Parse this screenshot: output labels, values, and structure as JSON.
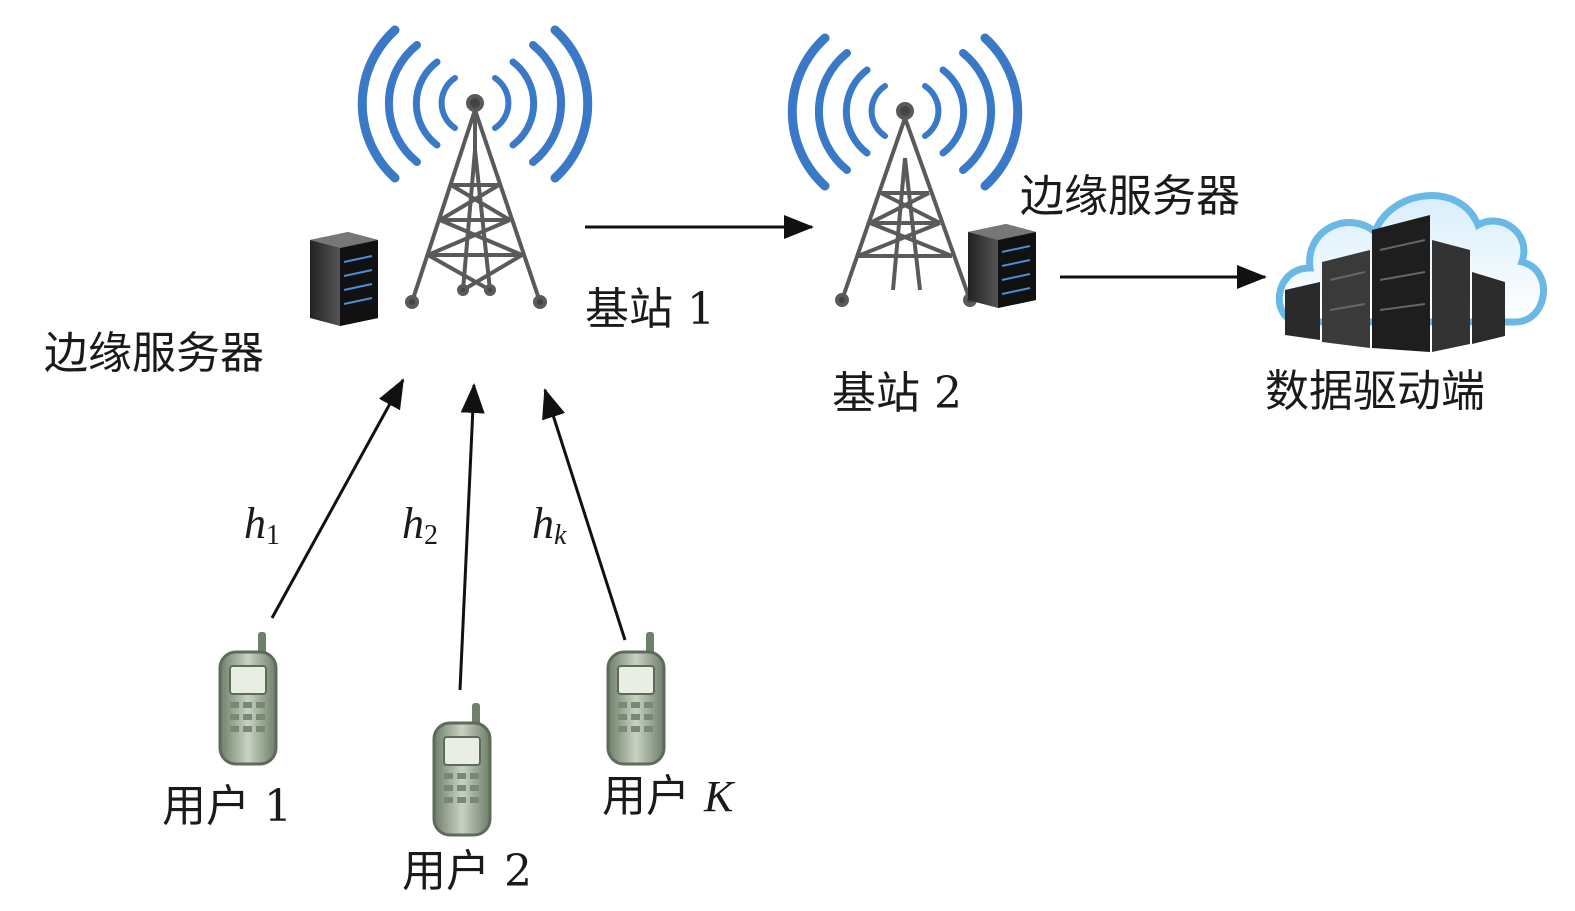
{
  "labels": {
    "edge_server_left": "边缘服务器",
    "edge_server_right": "边缘服务器",
    "base_station_1": "基站 1",
    "base_station_2": "基站 2",
    "data_driver": "数据驱动端",
    "user_1": "用户 1",
    "user_2": "用户 2",
    "user_k_prefix": "用户 ",
    "user_k_var": "K"
  },
  "channels": {
    "h1": {
      "symbol": "h",
      "sub": "1"
    },
    "h2": {
      "symbol": "h",
      "sub": "2"
    },
    "hk": {
      "symbol": "h",
      "sub": "k"
    }
  },
  "colors": {
    "signal": "#3a78c8",
    "tower": "#5a5a5a",
    "arrow": "#111111",
    "cloud": "#7cc0e8",
    "phone": "#8a9a86"
  }
}
